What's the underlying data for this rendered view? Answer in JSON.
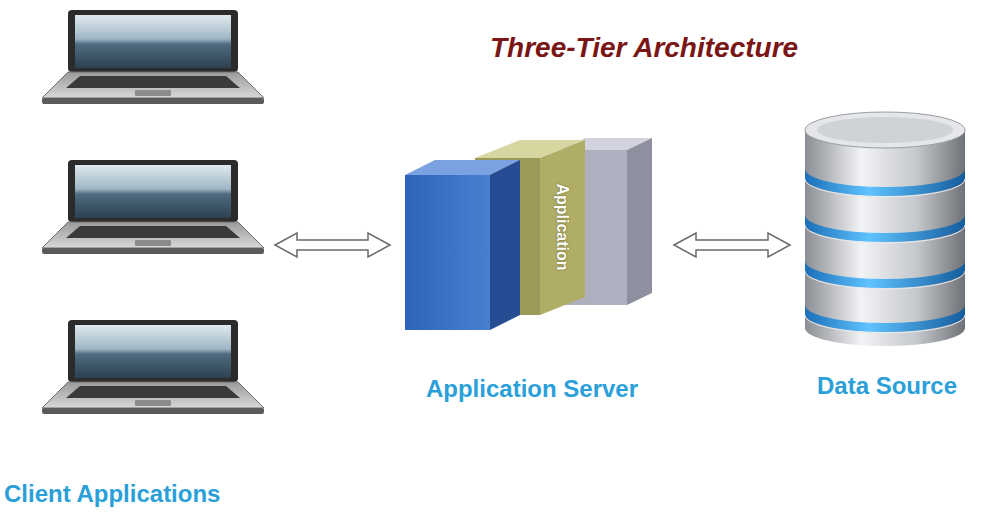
{
  "diagram": {
    "title": "Three-Tier Architecture",
    "nodes": [
      {
        "text": [
          "Client Applications"
        ]
      },
      {
        "text": [
          "Application",
          "Application Server"
        ]
      },
      {
        "text": [
          "Data Source"
        ]
      }
    ],
    "edges": [
      {
        "from": 0,
        "to": 1,
        "arrow": "both"
      },
      {
        "from": 1,
        "to": 2,
        "arrow": "both"
      }
    ]
  }
}
